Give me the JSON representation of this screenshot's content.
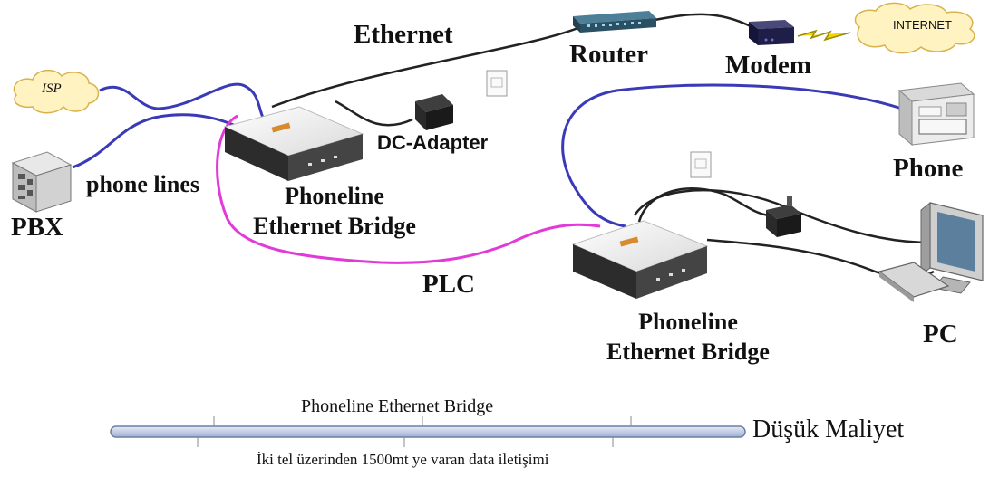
{
  "labels": {
    "isp": "ISP",
    "internet": "INTERNET",
    "ethernet": "Ethernet",
    "router": "Router",
    "modem": "Modem",
    "dc_adapter": "DC-Adapter",
    "phone_lines": "phone lines",
    "pbx": "PBX",
    "bridge1_line1": "Phoneline",
    "bridge1_line2": "Ethernet Bridge",
    "plc": "PLC",
    "phone": "Phone",
    "bridge2_line1": "Phoneline",
    "bridge2_line2": "Ethernet Bridge",
    "pc": "PC"
  },
  "bar": {
    "title": "Phoneline Ethernet Bridge",
    "caption": "İki tel üzerinden 1500mt ye varan data iletişimi",
    "side_label": "Düşük Maliyet"
  },
  "colors": {
    "phone_line": "#3a3ab8",
    "plc_line": "#e23ad8",
    "ethernet_line": "#222222",
    "cloud_fill": "#fff3c2",
    "cloud_stroke": "#d8b24a",
    "bar_fill": "#c9d3e6",
    "bar_stroke": "#6b7fa6"
  }
}
